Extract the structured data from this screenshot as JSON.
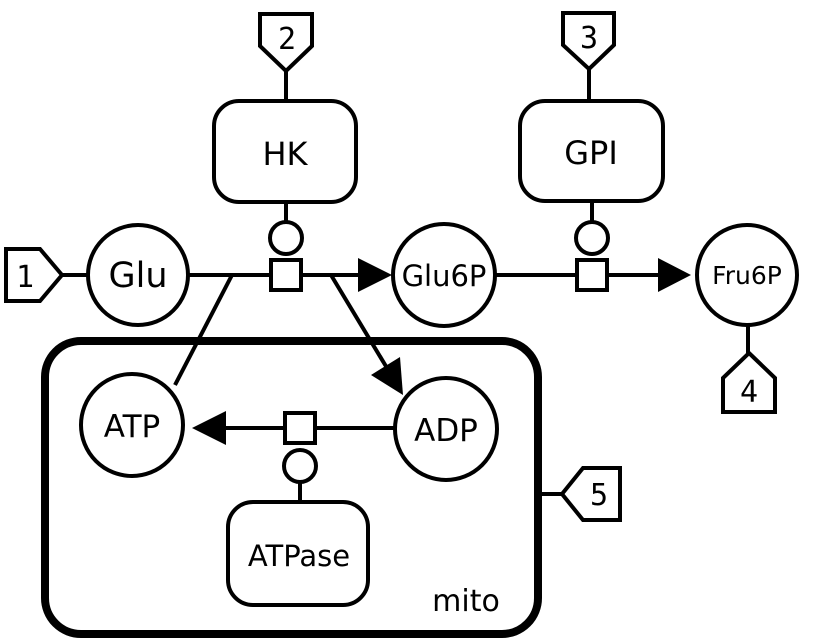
{
  "diagram": {
    "kind": "sbgn-process-description",
    "colors": {
      "stroke": "#000000",
      "background": "#ffffff"
    },
    "compartment": {
      "label": "mito"
    },
    "species": [
      {
        "label": "Glu"
      },
      {
        "label": "Glu6P"
      },
      {
        "label": "Fru6P"
      },
      {
        "label": "ATP"
      },
      {
        "label": "ADP"
      }
    ],
    "enzymes": [
      {
        "label": "HK"
      },
      {
        "label": "GPI"
      },
      {
        "label": "ATPase"
      }
    ],
    "tags": [
      {
        "label": "1"
      },
      {
        "label": "2"
      },
      {
        "label": "3"
      },
      {
        "label": "4"
      },
      {
        "label": "5"
      }
    ],
    "reactions": [
      {
        "substrates": [
          "Glu",
          "ATP"
        ],
        "products": [
          "Glu6P",
          "ADP"
        ],
        "catalyst": "HK"
      },
      {
        "substrates": [
          "Glu6P"
        ],
        "products": [
          "Fru6P"
        ],
        "catalyst": "GPI"
      },
      {
        "substrates": [
          "ADP"
        ],
        "products": [
          "ATP"
        ],
        "catalyst": "ATPase"
      }
    ]
  }
}
